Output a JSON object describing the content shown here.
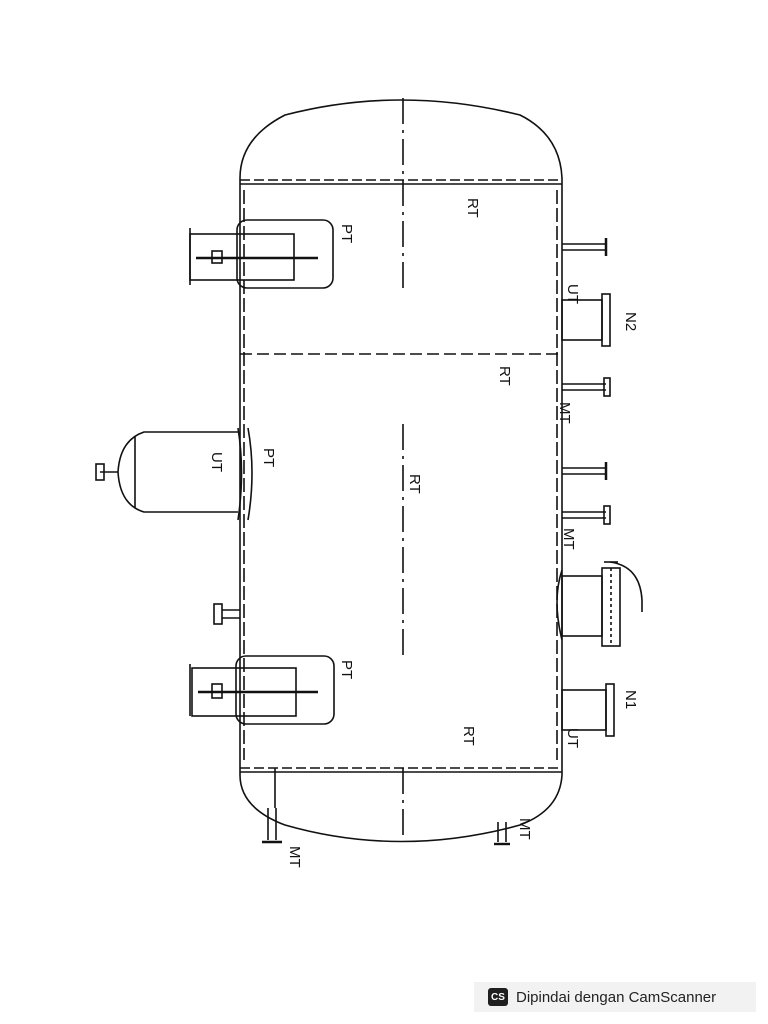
{
  "labels": {
    "rt_top": "RT",
    "pt_top": "PT",
    "ut_top": "UT",
    "n2": "N2",
    "rt_upper_mid": "RT",
    "mt_upper": "MT",
    "pt_mid": "PT",
    "ut_mid": "UT",
    "rt_center": "RT",
    "mt_lower": "MT",
    "pt_bottom": "PT",
    "n1": "N1",
    "rt_bottom": "RT",
    "ut_bottom": "UT",
    "mt_bottom_right": "MT",
    "mt_bottom_left": "MT"
  },
  "footer": {
    "logo_text": "CS",
    "scanner_text": "Dipindai dengan CamScanner"
  }
}
